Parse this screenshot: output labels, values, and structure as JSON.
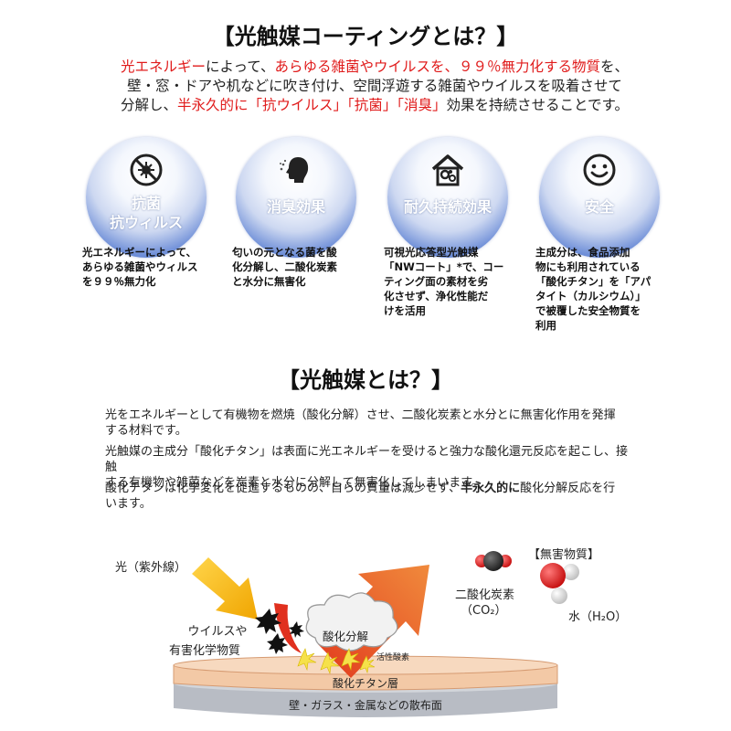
{
  "section1": {
    "title": "【光触媒コーティングとは？】",
    "intro": {
      "l1_a": "光エネルギー",
      "l1_b": "によって、",
      "l1_c": "あらゆる雑菌やウイルスを、９９％無力化する物質",
      "l1_d": "を、",
      "l2": "壁・窓・ドアや机などに吹き付け、空間浮遊する雑菌やウイルスを吸着させて",
      "l3_a": "分解し、",
      "l3_b": "半永久的に「抗ウイルス」「抗菌」「消臭」",
      "l3_c": "効果を持続させることです。"
    },
    "features": [
      {
        "label_1": "抗菌",
        "label_2": "抗ウィルス",
        "icon": "no-virus-icon",
        "desc": [
          "光エネルギーによって、",
          "あらゆる雑菌やウィルス",
          "を９９％無力化"
        ]
      },
      {
        "label_1": "消臭効果",
        "icon": "deodorize-icon",
        "desc": [
          "匂いの元となる菌を酸",
          "化分解し、二酸化炭素",
          "と水分に無害化"
        ]
      },
      {
        "label_1": "耐久持続効果",
        "icon": "house-gear-icon",
        "desc": [
          "可視光応答型光触媒",
          "「NWコート」*で、コー",
          "ティング面の素材を劣",
          "化させず、浄化性能だ",
          "けを活用"
        ]
      },
      {
        "label_1": "安全",
        "icon": "smile-icon",
        "desc": [
          "主成分は、食品添加",
          "物にも利用されている",
          "「酸化チタン」を「アパ",
          "タイト（カルシウム）」",
          "で被覆した安全物質を",
          "利用"
        ]
      }
    ]
  },
  "section2": {
    "title": "【光触媒とは？】",
    "p1": [
      "光をエネルギーとして有機物を燃焼（酸化分解）させ、二酸化炭素と水分とに無害化作用を発揮",
      "する材料です。"
    ],
    "p2": [
      "光触媒の主成分「酸化チタン」は表面に光エネルギーを受けると強力な酸化還元反応を起こし、接触",
      "する有機物や雑菌などを炭素と水分に分解して無害化してしまいます。"
    ],
    "p3": {
      "a": "酸化チタンは化学変化を促進するものの、自らの質量は減少せず、",
      "b": "半永久的に",
      "c": "酸化分解反応を行",
      "d": "います。"
    }
  },
  "diagram": {
    "light": "光（紫外線）",
    "virus_1": "ウイルスや",
    "virus_2": "有害化学物質",
    "oxidation": "酸化分解",
    "active_oxygen": "活性酸素",
    "tio2_layer": "酸化チタン層",
    "surface": "壁・ガラス・金属などの散布面",
    "harmless": "【無害物質】",
    "co2_1": "二酸化炭素",
    "co2_2": "（CO₂）",
    "water": "水（H₂O）",
    "colors": {
      "red": "#e01b1b",
      "arrow": "#e8622a",
      "tio2": "#f3c9a6",
      "surface": "#b8bcc4",
      "light": "#f2b300"
    }
  }
}
